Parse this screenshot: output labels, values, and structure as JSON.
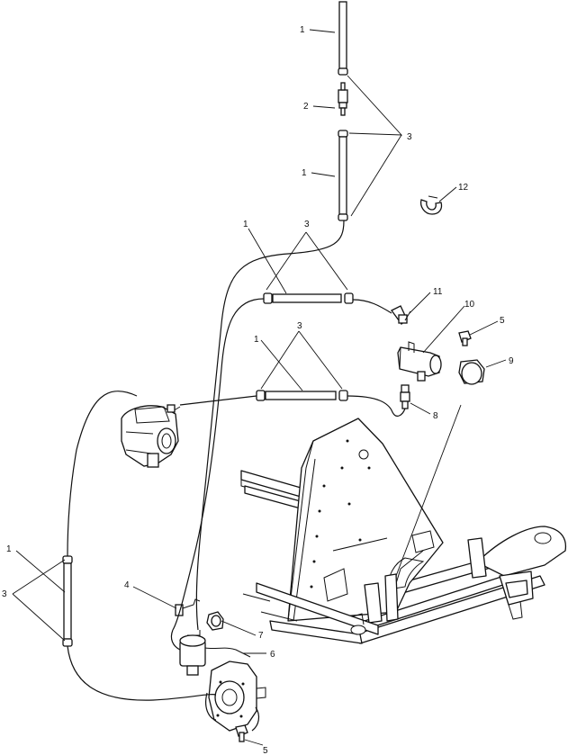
{
  "callouts": {
    "c1_top": "1",
    "c2": "2",
    "c3_top": "3",
    "c1_mid": "1",
    "c12": "12",
    "c1_upper_conn": "1",
    "c3_upper_conn": "3",
    "c11": "11",
    "c10": "10",
    "c5_right": "5",
    "c9": "9",
    "c1_lower_conn": "1",
    "c3_lower_conn": "3",
    "c8": "8",
    "c1_left": "1",
    "c3_left": "3",
    "c4": "4",
    "c7": "7",
    "c6": "6",
    "c5_bottom": "5"
  },
  "colors": {
    "line": "#111111",
    "background": "#ffffff"
  }
}
